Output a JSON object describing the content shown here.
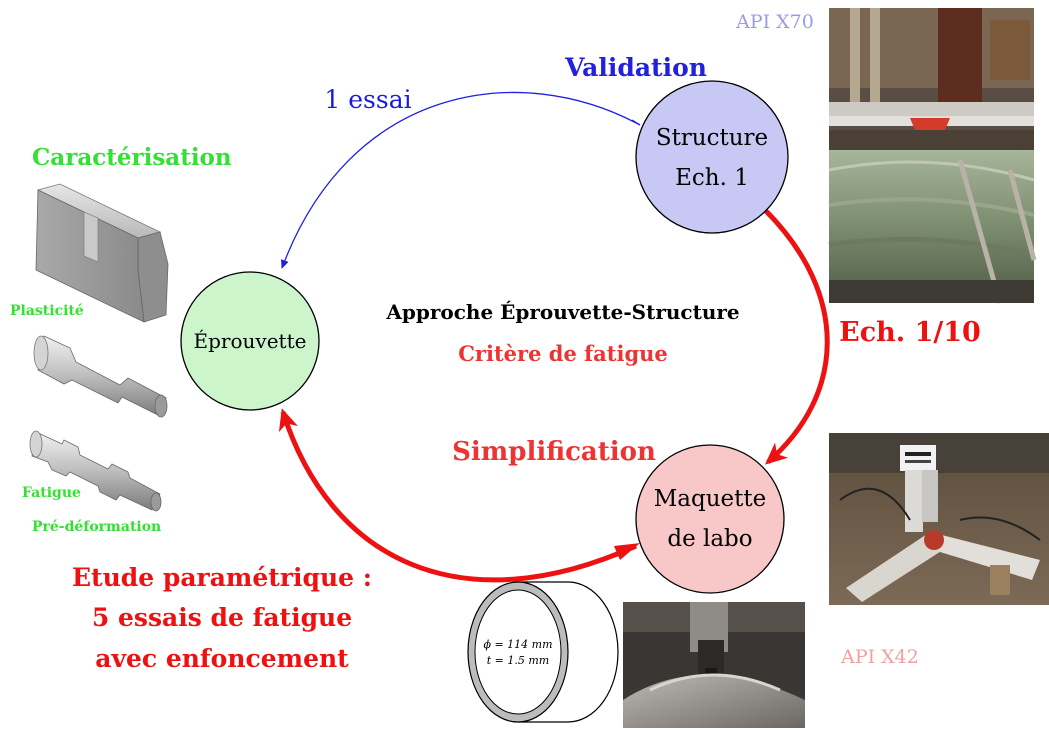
{
  "title": {
    "line1": "Approche Éprouvette-Structure",
    "line2": "Critère de fatigue"
  },
  "nodes": {
    "eprouvette": {
      "label": "Éprouvette",
      "fill": "#ccf5cc"
    },
    "structure": {
      "line1": "Structure",
      "line2": "Ech. 1",
      "fill": "#c8c8f5"
    },
    "maquette": {
      "line1": "Maquette",
      "line2": "de labo",
      "fill": "#f8c8c8"
    }
  },
  "edges": {
    "validation": {
      "label": "Validation",
      "annotation": "1 essai",
      "color": "#2020e0"
    },
    "scale": {
      "label": "Ech. 1/10",
      "color": "#ee1111"
    },
    "simplification": {
      "label": "Simplification",
      "color": "#ee3333"
    },
    "study": {
      "line1": "Etude paramétrique :",
      "line2": "5 essais de fatigue",
      "line3": "avec enfoncement",
      "color": "#ee1111"
    }
  },
  "characterisation": {
    "heading": "Caractérisation",
    "labels": {
      "plasticity": "Plasticité",
      "fatigue": "Fatigue",
      "predeformation": "Pré-déformation"
    },
    "color": "#33e033"
  },
  "photos": {
    "structure_caption": "API X70",
    "structure_caption_color": "#9b9bee",
    "maquette_caption": "API X42",
    "maquette_caption_color": "#f0a0a0"
  },
  "tube": {
    "diameter": "ϕ = 114 mm",
    "thickness": "t = 1.5 mm"
  }
}
